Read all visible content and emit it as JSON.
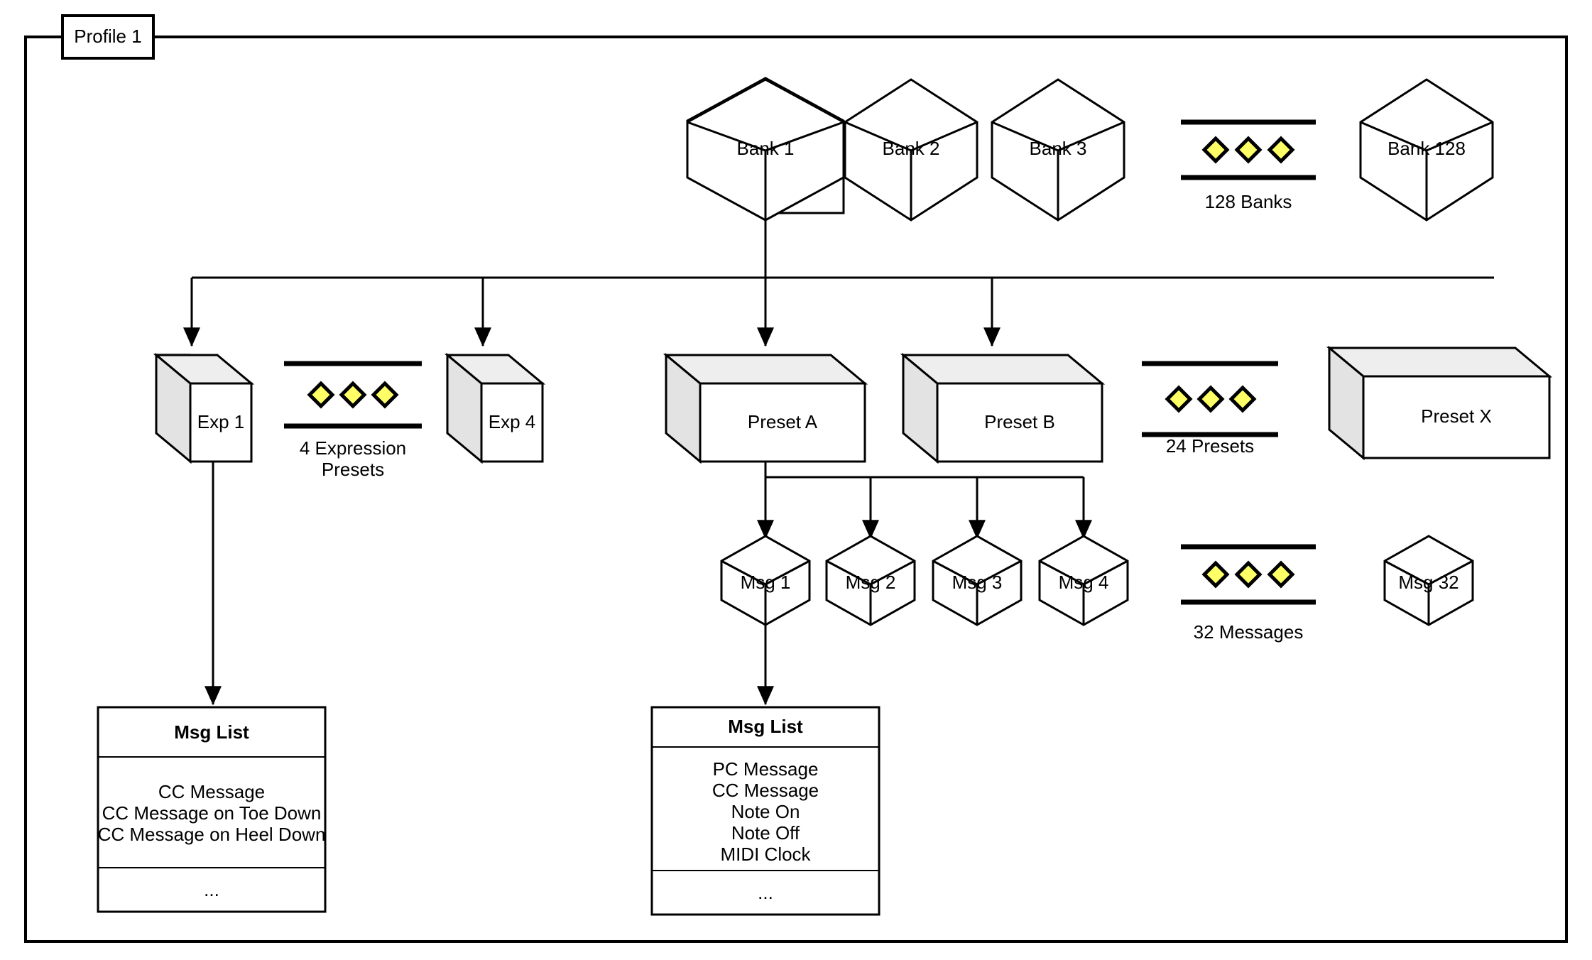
{
  "container": {
    "title": "Profile 1"
  },
  "colors": {
    "stroke": "#000000",
    "background": "#ffffff",
    "cuboid_top": "#eeeeee",
    "cuboid_side": "#e3e3e3",
    "diamond_fill": "#ffff66"
  },
  "banks": {
    "items": [
      {
        "label": "Bank 1"
      },
      {
        "label": "Bank 2"
      },
      {
        "label": "Bank 3"
      },
      {
        "label": "Bank 128"
      }
    ],
    "ellipsis_caption": "128 Banks"
  },
  "expression_presets": {
    "items": [
      {
        "label": "Exp 1"
      },
      {
        "label": "Exp 4"
      }
    ],
    "ellipsis_caption_line1": "4 Expression",
    "ellipsis_caption_line2": "Presets"
  },
  "presets": {
    "items": [
      {
        "label": "Preset A"
      },
      {
        "label": "Preset B"
      },
      {
        "label": "Preset X"
      }
    ],
    "ellipsis_caption": "24 Presets"
  },
  "messages": {
    "items": [
      {
        "label": "Msg 1"
      },
      {
        "label": "Msg 2"
      },
      {
        "label": "Msg 3"
      },
      {
        "label": "Msg 4"
      },
      {
        "label": "Msg 32"
      }
    ],
    "ellipsis_caption": "32 Messages"
  },
  "msg_list_expression": {
    "title": "Msg List",
    "rows": [
      "CC Message",
      "CC Message on Toe Down",
      "CC Message on Heel Down"
    ],
    "footer": "..."
  },
  "msg_list_preset": {
    "title": "Msg List",
    "rows": [
      "PC Message",
      "CC Message",
      "Note On",
      "Note Off",
      "MIDI Clock"
    ],
    "footer": "..."
  }
}
